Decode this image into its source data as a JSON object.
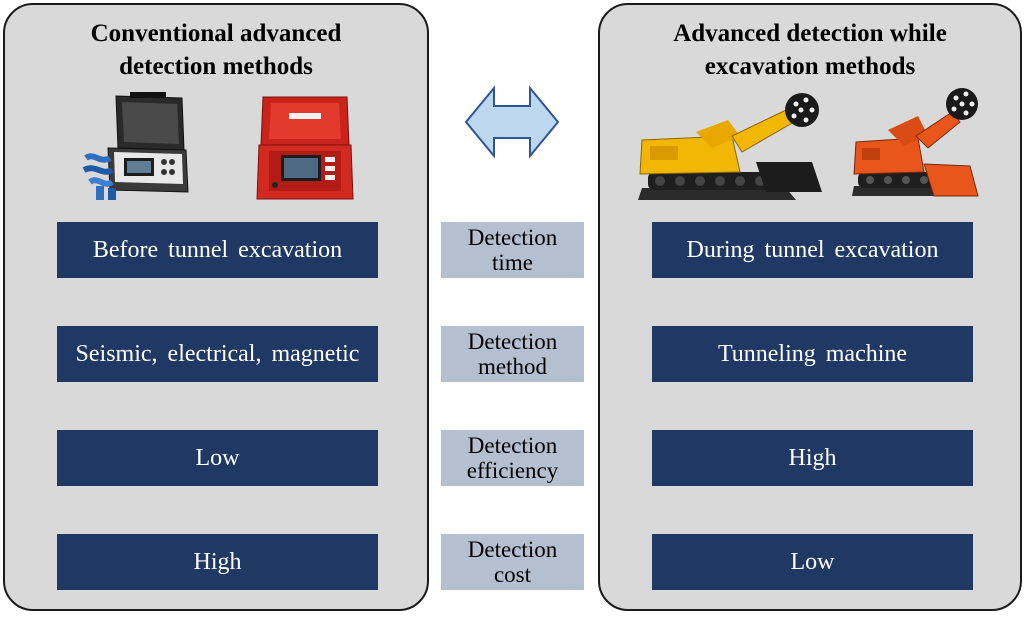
{
  "left": {
    "title": "Conventional  advanced\ndetection methods",
    "rows": [
      "Before  tunnel  excavation",
      "Seismic,  electrical,  magnetic",
      "Low",
      "High"
    ]
  },
  "right": {
    "title": "Advanced detection while\nexcavation methods",
    "rows": [
      "During  tunnel  excavation",
      "Tunneling  machine",
      "High",
      "Low"
    ]
  },
  "criteria": [
    "Detection\ntime",
    "Detection\nmethod",
    "Detection\nefficiency",
    "Detection\ncost"
  ],
  "colors": {
    "panel": "#d9d9d9",
    "row_box": "#203864",
    "criteria_box": "#b4bfcf",
    "arrow_fill": "#bdd7ee",
    "arrow_stroke": "#2f5597"
  },
  "icons": [
    "detector-device-open-case-icon",
    "detector-device-red-case-icon",
    "yellow-roadheader-icon",
    "orange-roadheader-icon",
    "double-arrow-icon"
  ]
}
